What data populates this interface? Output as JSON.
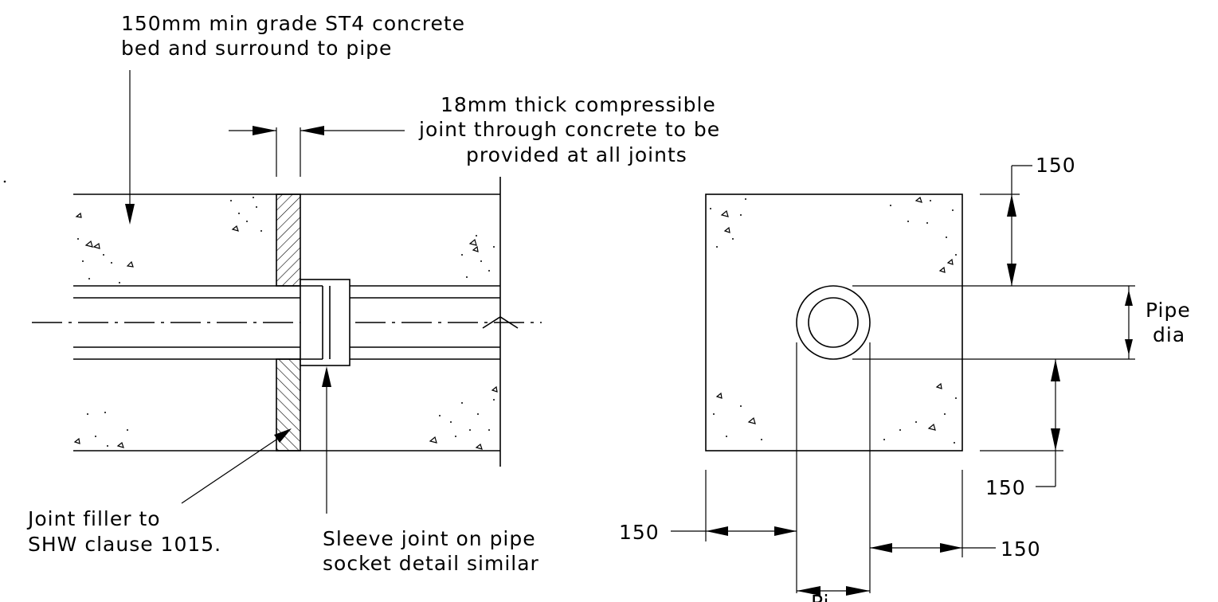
{
  "notes": {
    "concrete_bed": [
      "150mm min grade ST4 concrete",
      "bed and surround to pipe"
    ],
    "compressible_joint": [
      "18mm thick compressible",
      "joint through concrete to be",
      "provided at all joints"
    ],
    "joint_filler": [
      "Joint filler to",
      "SHW clause 1015."
    ],
    "sleeve_joint": [
      "Sleeve joint on pipe",
      "socket detail similar"
    ]
  },
  "dimensions": {
    "top_cover": "150",
    "bottom_cover": "150",
    "left_side": "150",
    "right_side": "150",
    "pipe_dia": [
      "Pipe",
      "dia"
    ],
    "bottom_pipe_dia_partial": "Pi"
  }
}
